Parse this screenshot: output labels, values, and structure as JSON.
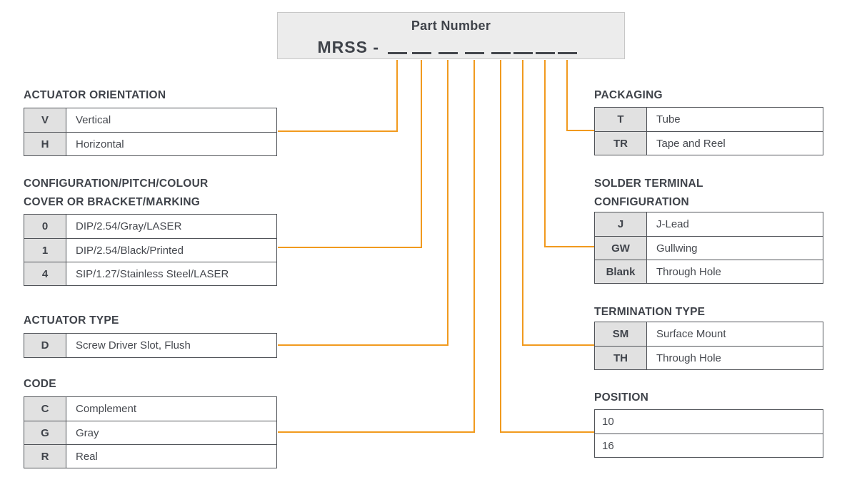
{
  "part_number_box": {
    "title": "Part Number",
    "prefix": "MRSS -",
    "blanks": 8
  },
  "colors": {
    "accent": "#F19A1E",
    "text": "#46494F",
    "table_border": "#515459",
    "code_cell_bg": "#E1E1E1",
    "box_bg": "#ECECEC",
    "box_border": "#C7C7C7"
  },
  "sections": [
    {
      "id": "actuator-orientation",
      "title_lines": [
        "ACTUATOR ORIENTATION"
      ],
      "rows": [
        {
          "code": "V",
          "label": "Vertical"
        },
        {
          "code": "H",
          "label": "Horizontal"
        }
      ]
    },
    {
      "id": "configuration",
      "title_lines": [
        "CONFIGURATION/PITCH/COLOUR",
        "COVER OR BRACKET/MARKING"
      ],
      "rows": [
        {
          "code": "0",
          "label": "DIP/2.54/Gray/LASER"
        },
        {
          "code": "1",
          "label": "DIP/2.54/Black/Printed"
        },
        {
          "code": "4",
          "label": "SIP/1.27/Stainless Steel/LASER"
        }
      ]
    },
    {
      "id": "actuator-type",
      "title_lines": [
        "ACTUATOR TYPE"
      ],
      "rows": [
        {
          "code": "D",
          "label": "Screw Driver Slot, Flush"
        }
      ]
    },
    {
      "id": "code",
      "title_lines": [
        "CODE"
      ],
      "rows": [
        {
          "code": "C",
          "label": "Complement"
        },
        {
          "code": "G",
          "label": "Gray"
        },
        {
          "code": "R",
          "label": "Real"
        }
      ]
    },
    {
      "id": "packaging",
      "title_lines": [
        "PACKAGING"
      ],
      "rows": [
        {
          "code": "T",
          "label": "Tube"
        },
        {
          "code": "TR",
          "label": "Tape and Reel"
        }
      ]
    },
    {
      "id": "solder-terminal",
      "title_lines": [
        "SOLDER TERMINAL",
        "CONFIGURATION"
      ],
      "rows": [
        {
          "code": "J",
          "label": "J-Lead"
        },
        {
          "code": "GW",
          "label": "Gullwing"
        },
        {
          "code": "Blank",
          "label": "Through Hole"
        }
      ]
    },
    {
      "id": "termination-type",
      "title_lines": [
        "TERMINATION TYPE"
      ],
      "rows": [
        {
          "code": "SM",
          "label": "Surface Mount"
        },
        {
          "code": "TH",
          "label": "Through Hole"
        }
      ]
    },
    {
      "id": "position",
      "title_lines": [
        "POSITION"
      ],
      "rows": [
        {
          "label": "10"
        },
        {
          "label": "16"
        }
      ]
    }
  ],
  "connector_map": [
    {
      "blank_index": 1,
      "section": "actuator-orientation"
    },
    {
      "blank_index": 2,
      "section": "configuration"
    },
    {
      "blank_index": 3,
      "section": "actuator-type"
    },
    {
      "blank_index": 4,
      "section": "code"
    },
    {
      "blank_index": 5,
      "section": "position"
    },
    {
      "blank_index": 6,
      "section": "termination-type"
    },
    {
      "blank_index": 7,
      "section": "solder-terminal"
    },
    {
      "blank_index": 8,
      "section": "packaging"
    }
  ]
}
